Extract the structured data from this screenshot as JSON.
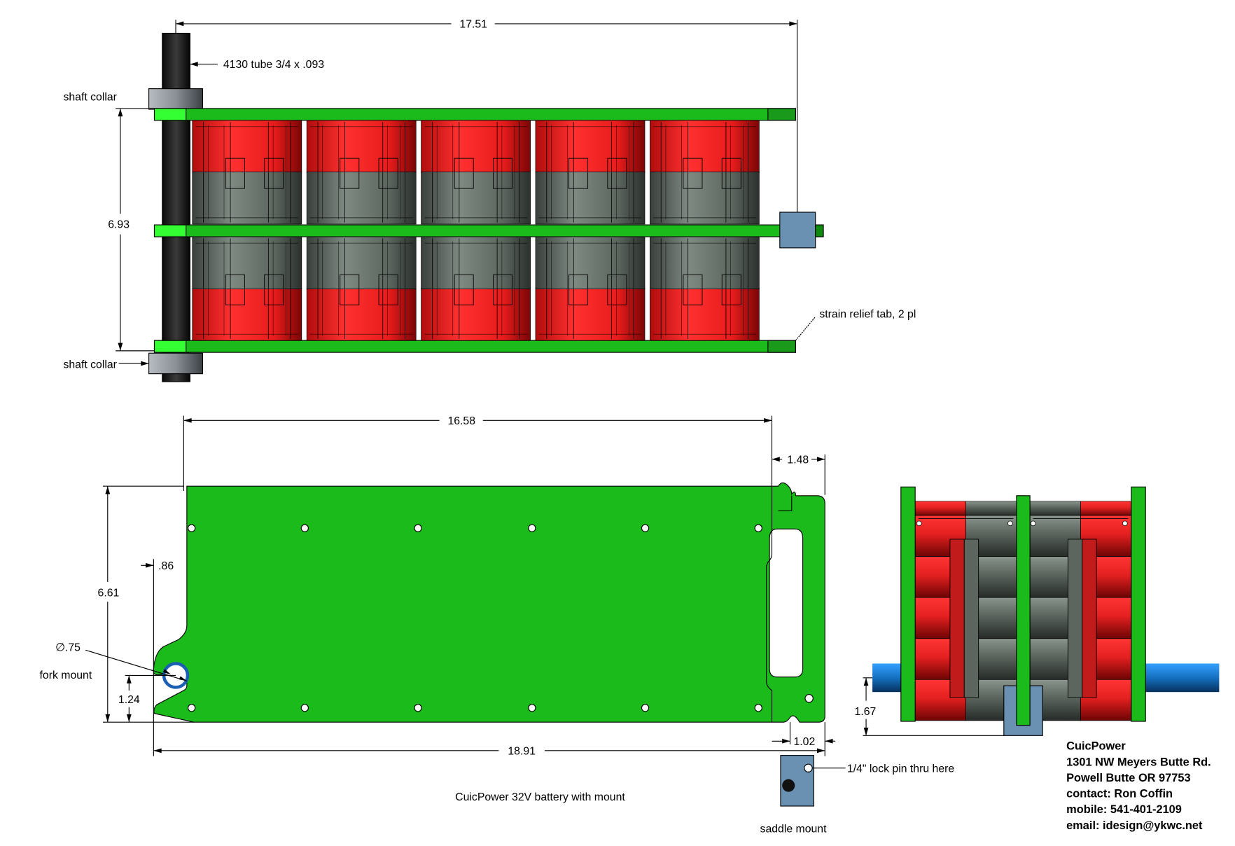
{
  "title": "CuicPower 32V battery with mount",
  "colors": {
    "plate_green": "#1bbb1b",
    "plate_green_light": "#33ff33",
    "cell_red": "#e82020",
    "cell_gray": "#5f6862",
    "tube_black": "#151515",
    "collar_gray": "#9aa0a6",
    "saddle_blue_gray": "#6a91b2",
    "axle_blue": "#1a78c8",
    "fork_ring_blue": "#1a5fb4"
  },
  "top_view": {
    "dim_overall_length": "17.51",
    "dim_height": "6.93",
    "label_tube": "4130 tube 3/4 x .093",
    "label_collar_top": "shaft collar",
    "label_collar_bottom": "shaft collar",
    "label_strain_relief": "strain relief tab, 2 pl",
    "modules_per_row": 5,
    "rows": 2
  },
  "side_view": {
    "dim_plate_length": "16.58",
    "dim_tab": "1.48",
    "dim_height": "6.61",
    "dim_notch_offset": ".86",
    "dim_fork_diameter": "∅.75",
    "label_fork_mount": "fork mount",
    "dim_fork_height": "1.24",
    "dim_overall_length": "18.91",
    "dim_lock_pin_offset": "1.02",
    "label_lock_pin": "1/4\" lock pin thru here",
    "label_saddle_mount": "saddle mount",
    "caption": "CuicPower 32V battery with mount"
  },
  "end_view": {
    "dim_axle_height": "1.67",
    "cells_per_column": 5
  },
  "contact": {
    "company": "CuicPower",
    "address": "1301 NW Meyers Butte Rd.",
    "city": "Powell Butte OR 97753",
    "contact": "contact: Ron Coffin",
    "mobile": "mobile: 541-401-2109",
    "email": "email: idesign@ykwc.net"
  }
}
